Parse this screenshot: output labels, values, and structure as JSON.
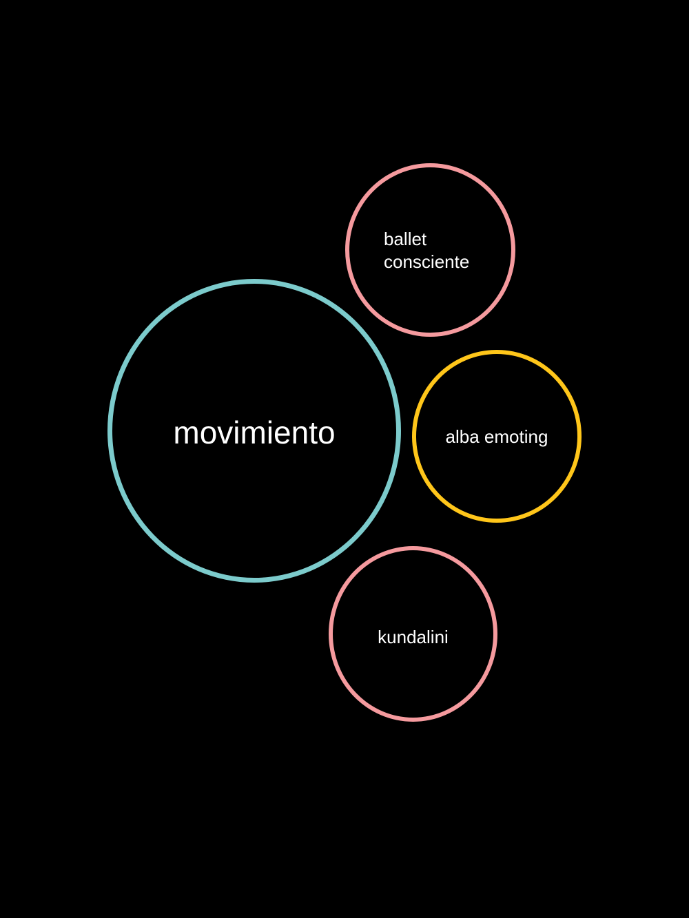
{
  "colors": {
    "background": "#000000",
    "text": "#ffffff",
    "teal": "#7ccbcc",
    "pink": "#f59a9e",
    "yellow": "#ffc61a"
  },
  "diagram": {
    "main": {
      "label": "movimiento",
      "color": "teal"
    },
    "nodes": [
      {
        "label_lines": [
          "ballet",
          "consciente"
        ],
        "color": "pink"
      },
      {
        "label": "alba emoting",
        "color": "yellow"
      },
      {
        "label": "kundalini",
        "color": "pink"
      }
    ]
  }
}
